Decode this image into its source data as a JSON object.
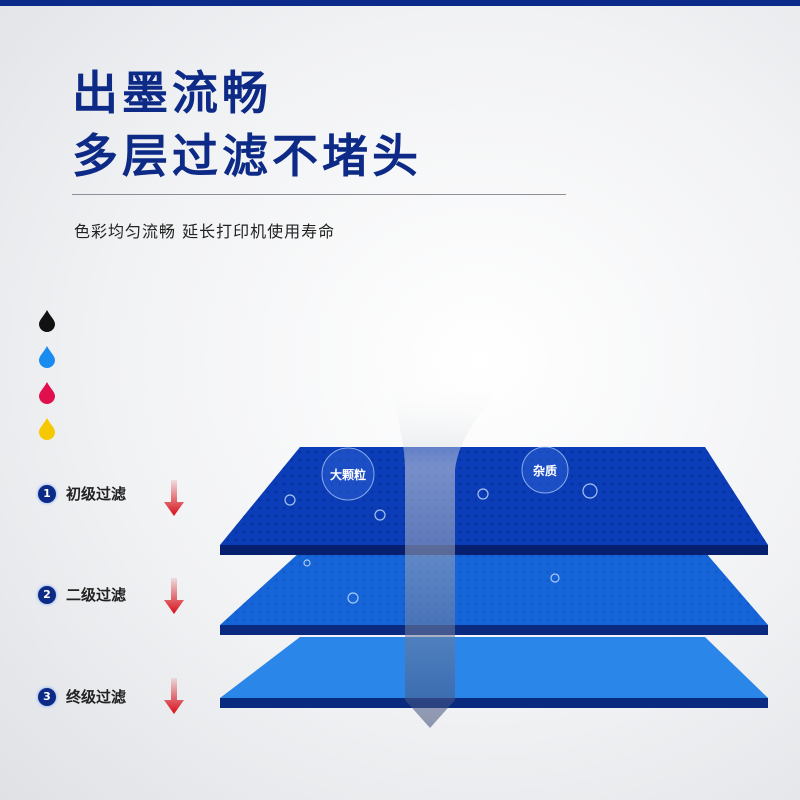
{
  "headline": {
    "line1": "出墨流畅",
    "line2": "多层过滤不堵头"
  },
  "subtitle": "色彩均匀流畅  延长打印机使用寿命",
  "ink_drops": [
    {
      "name": "black",
      "color": "#111111"
    },
    {
      "name": "cyan",
      "color": "#1a8cf0"
    },
    {
      "name": "magenta",
      "color": "#e0104f"
    },
    {
      "name": "yellow",
      "color": "#f5c800"
    }
  ],
  "steps": [
    {
      "number": "1",
      "label": "初级过滤"
    },
    {
      "number": "2",
      "label": "二级过滤"
    },
    {
      "number": "3",
      "label": "终级过滤"
    }
  ],
  "bubbles": {
    "large_particles": "大颗粒",
    "impurities": "杂质"
  },
  "colors": {
    "title": "#0d2b86",
    "layer1": "#0b3db8",
    "layer2": "#1565d8",
    "layer3": "#2a86e8",
    "arrow": "#d8101a"
  }
}
